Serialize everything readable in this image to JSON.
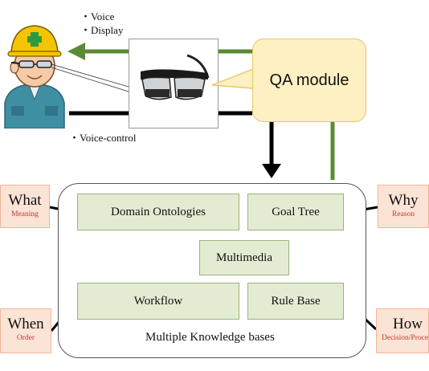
{
  "io_labels": {
    "voice": "・Voice",
    "display": "・Display",
    "voice_control": "・Voice-control"
  },
  "qa_module": {
    "label": "QA module"
  },
  "knowledge_bases": {
    "title": "Multiple Knowledge bases",
    "nodes": {
      "domain_ontologies": "Domain Ontologies",
      "goal_tree": "Goal Tree",
      "multimedia": "Multimedia",
      "workflow": "Workflow",
      "rule_base": "Rule Base"
    }
  },
  "questions": {
    "what": {
      "word": "What",
      "sub": "Meaning"
    },
    "when": {
      "word": "When",
      "sub": "Order"
    },
    "why": {
      "word": "Why",
      "sub": "Reason"
    },
    "how": {
      "word": "How",
      "sub": "Decision/Procedure"
    }
  },
  "colors": {
    "green_arrow": "#5a8a34",
    "black_arrow": "#000000",
    "node_fill": "#e3ecd3",
    "question_fill": "#fbe3d6",
    "qa_fill": "#fdf0c2"
  },
  "icons": {
    "worker": "worker-with-hardhat-icon",
    "glasses": "smart-glasses-icon"
  }
}
